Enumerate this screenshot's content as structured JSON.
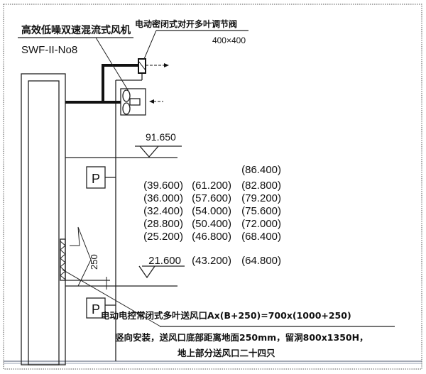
{
  "fan_label": {
    "name": "高效低噪双速混流式风机",
    "model": "SWF-II-No8"
  },
  "valve_label": {
    "name": "电动密闭式对开多叶调节阀",
    "size": "400×400"
  },
  "levels": {
    "top": "91.650",
    "bottom": "21.600"
  },
  "p_symbol": "P",
  "dimension": "250",
  "elevation_table": {
    "col1": [
      "",
      "(39.600)",
      "(36.000)",
      "(32.400)",
      "(28.800)",
      "(25.200)",
      "21.600"
    ],
    "col2": [
      "",
      "(61.200)",
      "(57.600)",
      "(54.000)",
      "(50.400)",
      "(46.800)",
      "(43.200)"
    ],
    "col3": [
      "(86.400)",
      "(82.800)",
      "(79.200)",
      "(75.600)",
      "(72.000)",
      "(68.400)",
      "(64.800)"
    ]
  },
  "note": {
    "line1": "电动电控常闭式多叶送风口Ax(B+250)=700x(1000+250)",
    "line2": "竖向安装，送风口底部距离地面250mm，留洞800x1350H，",
    "line3": "地上部分送风口二十四只"
  }
}
